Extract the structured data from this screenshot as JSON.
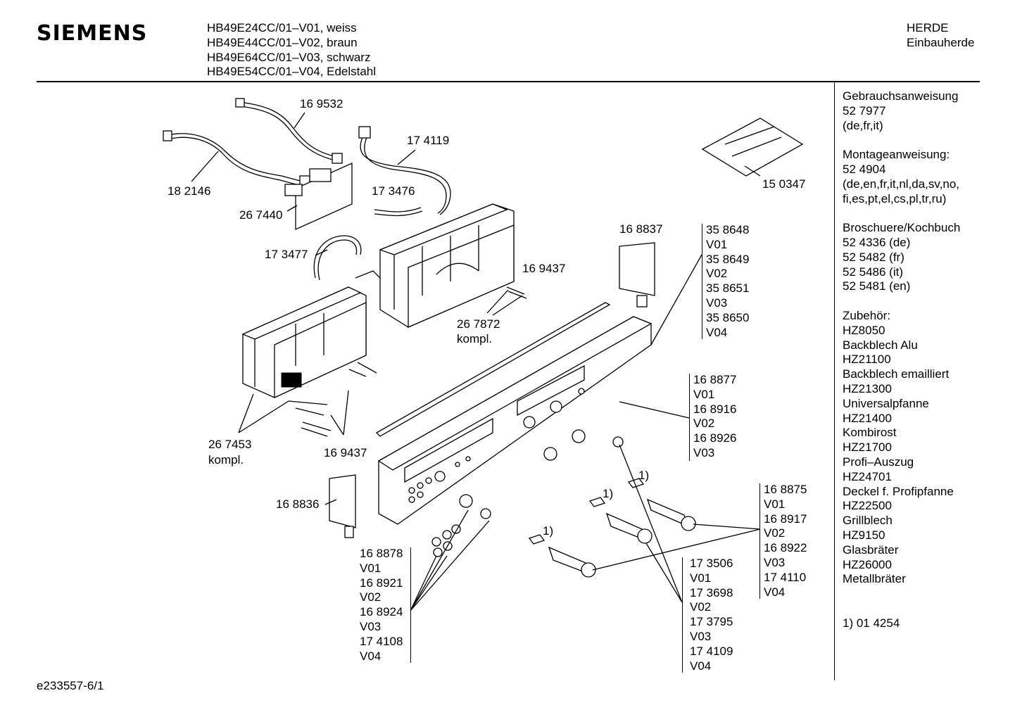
{
  "header": {
    "brand": "SIEMENS",
    "models": [
      "HB49E24CC/01–V01, weiss",
      "HB49E44CC/01–V02, braun",
      "HB49E64CC/01–V03, schwarz",
      "HB49E54CC/01–V04, Edelstahl"
    ],
    "category": "HERDE",
    "subcategory": "Einbauherde"
  },
  "sidebar": [
    "Gebrauchsanweisung",
    "52 7977",
    "(de,fr,it)",
    "",
    "Montageanweisung:",
    "52 4904",
    "(de,en,fr,it,nl,da,sv,no,",
    "fi,es,pt,el,cs,pl,tr,ru)",
    "",
    "Broschuere/Kochbuch",
    "52 4336 (de)",
    "52 5482 (fr)",
    "52 5486 (it)",
    "52 5481 (en)",
    "",
    "Zubehör:",
    "HZ8050",
    "Backblech Alu",
    "HZ21100",
    "Backblech emailliert",
    "HZ21300",
    "Universalpfanne",
    "HZ21400",
    "Kombirost",
    "HZ21700",
    "Profi–Auszug",
    "HZ24701",
    "Deckel f. Profipfanne",
    "HZ22500",
    "Grillblech",
    "HZ9150",
    "Glasbräter",
    "HZ26000",
    "Metallbräter",
    "",
    "",
    "1) 01 4254"
  ],
  "labels": {
    "p169532": "16 9532",
    "p174119": "17 4119",
    "p182146": "18 2146",
    "p267440": "26 7440",
    "p173476": "17 3476",
    "p173477": "17 3477",
    "p169437a": "16 9437",
    "p267872": "26 7872",
    "kompl1": "kompl.",
    "p150347": "15 0347",
    "p168837": "16 8837",
    "p267453": "26 7453",
    "kompl2": "kompl.",
    "p169437b": "16 9437",
    "p168836": "16 8836",
    "note1a": "1)",
    "note1b": "1)",
    "note1c": "1)"
  },
  "variant_groups": {
    "g358648": [
      "35 8648",
      "V01",
      "35 8649",
      "V02",
      "35 8651",
      "V03",
      "35 8650",
      "V04"
    ],
    "g168877": [
      "16 8877",
      "V01",
      "16 8916",
      "V02",
      "16 8926",
      "V03"
    ],
    "g168875": [
      "16 8875",
      "V01",
      "16 8917",
      "V02",
      "16 8922",
      "V03",
      "17 4110",
      "V04"
    ],
    "g168878": [
      "16 8878",
      "V01",
      "16 8921",
      "V02",
      "16 8924",
      "V03",
      "17 4108",
      "V04"
    ],
    "g173506": [
      "17 3506",
      "V01",
      "17 3698",
      "V02",
      "17 3795",
      "V03",
      "17 4109",
      "V04"
    ]
  },
  "footer": {
    "drawing_id": "e233557-6/1"
  }
}
